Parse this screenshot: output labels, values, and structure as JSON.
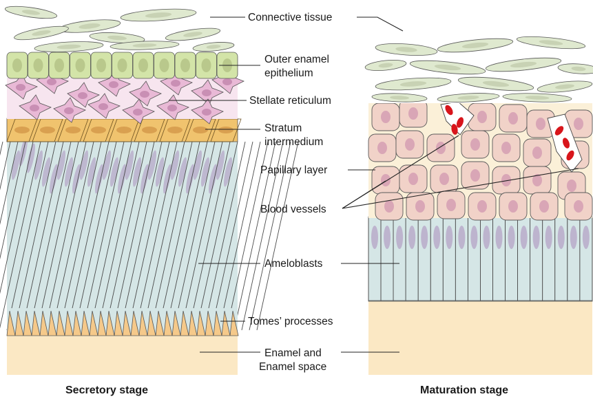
{
  "labels": {
    "connective_tissue": "Connective tissue",
    "outer_enamel_1": "Outer enamel",
    "outer_enamel_2": "epithelium",
    "stellate_reticulum": "Stellate reticulum",
    "stratum_1": "Stratum",
    "stratum_2": "intermedium",
    "papillary_layer": "Papillary layer",
    "blood_vessels": "Blood vessels",
    "ameloblasts": "Ameloblasts",
    "tomes_processes": "Tomes’ processes",
    "enamel_1": "Enamel and",
    "enamel_2": "Enamel space"
  },
  "captions": {
    "secretory": "Secretory stage",
    "maturation": "Maturation stage"
  },
  "colors": {
    "connective": "#dfe9cf",
    "outer_enamel": "#d3e4a8",
    "stellate": "#e9b9d6",
    "stratum": "#f0c36e",
    "ameloblast": "#d5e6e6",
    "nucleus_blue": "#b6a8c8",
    "enamel": "#fbe8c4",
    "papillary": "#f1d2c8",
    "blood": "#d8151b"
  }
}
